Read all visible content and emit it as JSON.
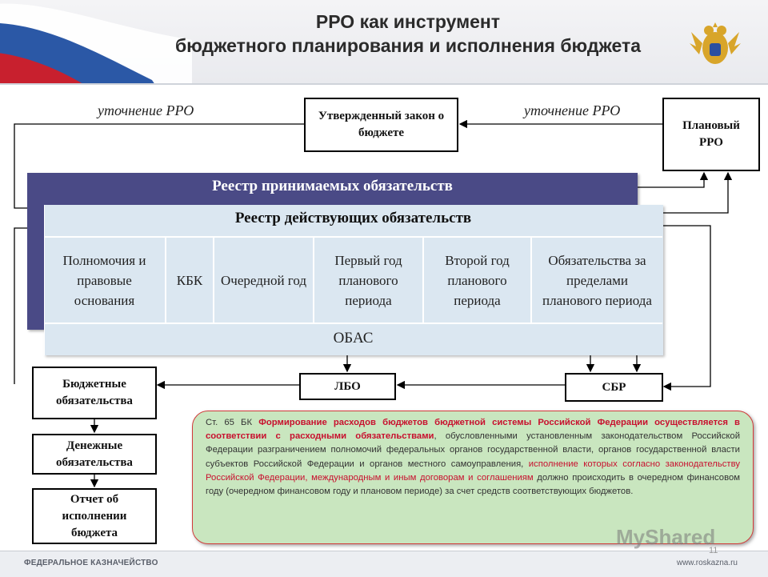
{
  "title_line1": "РРО как инструмент",
  "title_line2": "бюджетного планирования и исполнения бюджета",
  "top_boxes": {
    "law": "Утвержденный закон о бюджете",
    "plan_rro": "Плановый РРО"
  },
  "labels": {
    "refine_left": "уточнение РРО",
    "refine_right": "уточнение РРО"
  },
  "registry_accepted": "Реестр принимаемых обязательств",
  "registry_current": "Реестр действующих обязательств",
  "columns": [
    "Полномочия и правовые основания",
    "КБК",
    "Очередной год",
    "Первый год планового периода",
    "Второй год планового периода",
    "Обязательства за пределами планового периода"
  ],
  "obas": "ОБАС",
  "flow_boxes": {
    "budget_obligations": "Бюджетные обязательства",
    "monetary_obligations": "Денежные обязательства",
    "report": "Отчет об исполнении бюджета",
    "lbo": "ЛБО",
    "sbr": "СБР"
  },
  "note": {
    "p1": "Ст. 65 БК ",
    "p2": "Формирование расходов бюджетов бюджетной системы Российской Федерации осуществляется в соответствии с расходными обязательствами",
    "p3": ", обусловленными установленным законодательством Российской Федерации разграничением полномочий федеральных органов государственной власти, органов государственной власти субъектов Российской Федерации и органов местного самоуправления, ",
    "p4": "исполнение которых согласно законодательству Российской Федерации, международным и иным договорам и соглашениям",
    "p5": " должно происходить в очередном финансовом году (очередном финансовом году и плановом периоде) за счет средств соответствующих бюджетов."
  },
  "footer": {
    "left": "ФЕДЕРАЛЬНОЕ КАЗНАЧЕЙСТВО",
    "right": "www.roskazna.ru",
    "page": "11",
    "watermark": "MyShared"
  },
  "colors": {
    "registry_dark": "#4a4a86",
    "registry_light": "#dbe7f1",
    "note_bg": "#c9e6bf",
    "note_red": "#c8102e"
  }
}
